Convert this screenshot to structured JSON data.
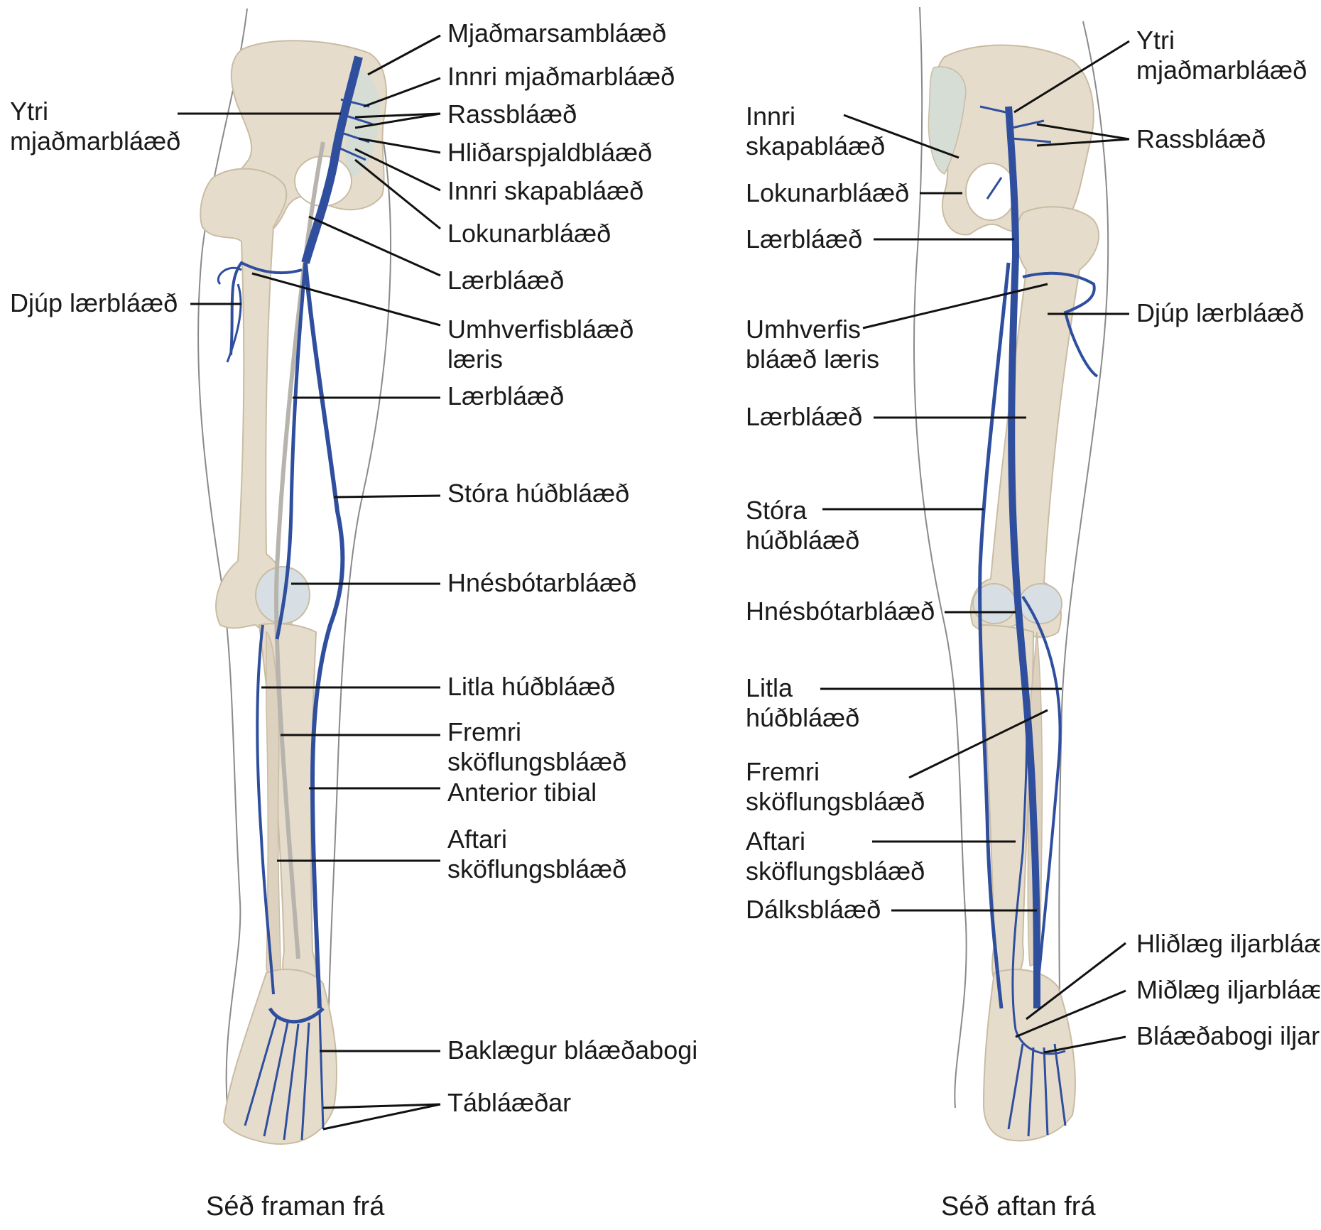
{
  "colors": {
    "bone": "#e6dccb",
    "bone_edge": "#c9bca4",
    "vein": "#2f4f9e",
    "vein_light": "#6f86c8",
    "deep": "#b7b3ad",
    "outline": "#8a8a8a",
    "leader": "#111111",
    "pelvis_inner": "#d5ddd5"
  },
  "anterior": {
    "caption": "Séð framan frá",
    "labels_right": [
      "Mjaðmarsambláæð",
      "Innri mjaðmarbláæð",
      "Rassbláæð",
      "Hliðarspjaldbláæð",
      "Innri skapabláæð",
      "Lokunarbláæð",
      "Lærbláæð",
      "Umhverfisbláæð læris",
      "Lærbláæð",
      "Stóra húðbláæð",
      "Hnésbótarbláæð",
      "Litla húðbláæð",
      "Fremri sköflungsbláæð",
      "Anterior tibial",
      "Aftari sköflungsbláæð",
      "Baklægur bláæðabogi",
      "Tábláæðar"
    ],
    "labels_left": [
      "Ytri mjaðmarbláæð",
      "Djúp lærbláæð"
    ]
  },
  "posterior": {
    "caption": "Séð aftan frá",
    "labels_left": [
      "Innri skapabláæð",
      "Lokunarbláæð",
      "Lærbláæð",
      "Umhverfis bláæð læris",
      "Lærbláæð",
      "Stóra húðbláæð",
      "Hnésbótarbláæð",
      "Litla húðbláæð",
      "Fremri sköflungsbláæð",
      "Aftari sköflungsbláæð",
      "Dálksbláæð"
    ],
    "labels_right": [
      "Ytri mjaðmarbláæð",
      "Rassbláæð",
      "Djúp lærbláæð",
      "Hliðlæg iljarbláæð",
      "Miðlæg iljarbláæð",
      "Bláæðabogi iljar"
    ]
  }
}
